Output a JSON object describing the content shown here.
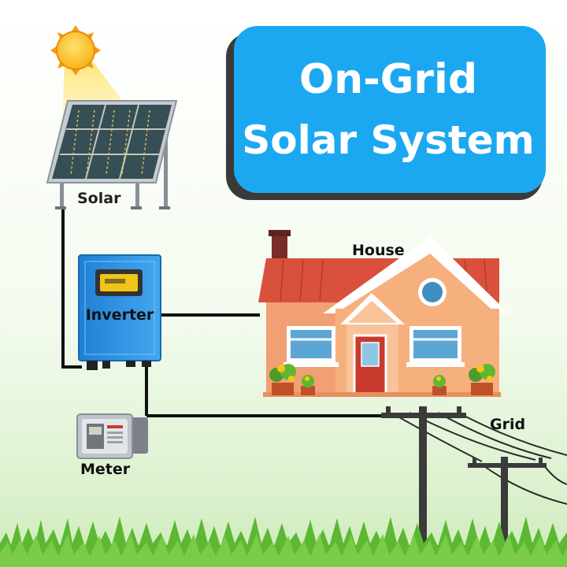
{
  "title": {
    "line1": "On-Grid",
    "line2": "Solar System"
  },
  "labels": {
    "solar": "Solar",
    "inverter": "Inverter",
    "house": "House",
    "meter": "Meter",
    "grid": "Grid"
  },
  "colors": {
    "title_box": "#1CA8F0",
    "title_shadow": "#3A3A3A",
    "inverter": "#2F8FE0",
    "roof": "#D9503C",
    "wall": "#F0A072",
    "grass": "#5CB832",
    "wire": "#111111"
  }
}
